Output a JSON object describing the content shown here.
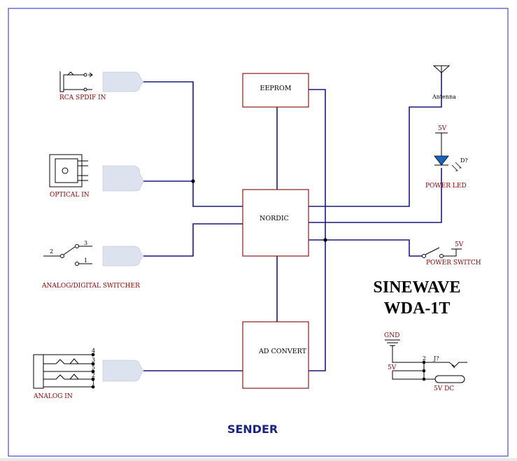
{
  "blocks": {
    "eeprom": "EEPROM",
    "nordic": "NORDIC",
    "ad_convert": "AD CONVERT"
  },
  "inputs": {
    "rca_spdif": "RCA SPDIF IN",
    "optical": "OPTICAL IN",
    "switcher": "ANALOG/DIGITAL SWITCHER",
    "analog": "ANALOG IN"
  },
  "switcher_pins": {
    "p2": "2",
    "p3": "3",
    "p1": "1"
  },
  "analog_pins": {
    "p4": "4",
    "p3": "3",
    "p5": "5",
    "p2": "2",
    "p1": "1"
  },
  "right": {
    "antenna": "Antenna",
    "led_supply": "5V",
    "led_ref": "D?",
    "power_led": "POWER LED",
    "switch_supply": "5V",
    "power_switch": "POWER SWITCH"
  },
  "title": {
    "line1": "SINEWAVE",
    "line2": "WDA-1T"
  },
  "dc": {
    "gnd": "GND",
    "supply": "5V",
    "pin": "2",
    "ref": "J?",
    "label": "5V DC"
  },
  "footer": "SENDER",
  "colors": {
    "wire": "#1a1a7a",
    "block_border": "#8b1a1a",
    "label": "#8b0000",
    "connector": "#dde3ee",
    "frame": "#4a4ad0",
    "footer": "#1a237e"
  }
}
